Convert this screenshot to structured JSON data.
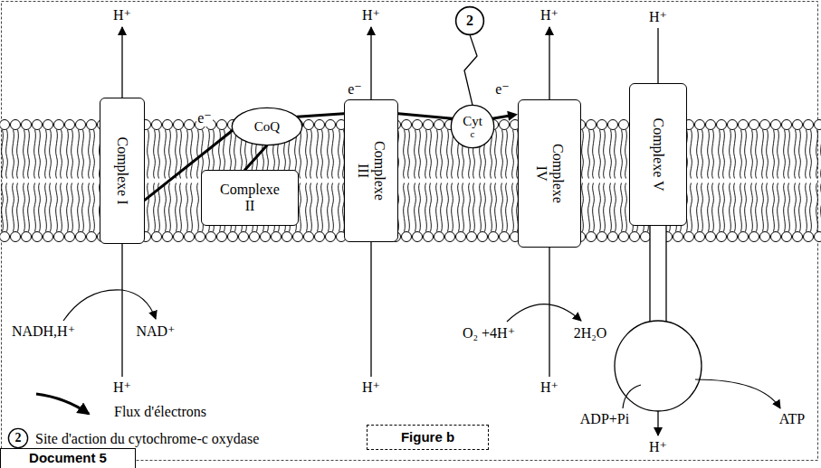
{
  "diagram": {
    "nodes": [
      {
        "text": [
          "Complexe I"
        ]
      },
      {
        "text": [
          "CoQ"
        ]
      },
      {
        "text": [
          "Complexe II"
        ]
      },
      {
        "text": [
          "Complexe III"
        ]
      },
      {
        "text": [
          "Cyt",
          "c"
        ]
      },
      {
        "text": [
          "Complexe IV"
        ]
      },
      {
        "text": [
          "Complexe V"
        ]
      },
      {
        "text": [
          "2"
        ]
      },
      {
        "text": [
          "2"
        ]
      },
      {
        "text": [
          "Document 5"
        ]
      },
      {
        "text": [
          "Figure b"
        ]
      }
    ],
    "edges": [
      {
        "from": 0,
        "to": 1,
        "arrow": "none"
      },
      {
        "from": 2,
        "to": 1,
        "arrow": "none"
      },
      {
        "from": 1,
        "to": 3,
        "arrow": "none"
      },
      {
        "from": 3,
        "to": 4,
        "arrow": "none"
      },
      {
        "from": 4,
        "to": 5,
        "arrow": "to"
      },
      {
        "from": 7,
        "to": 4,
        "arrow": "none"
      }
    ],
    "labels": [
      "H⁺",
      "H⁺",
      "H⁺",
      "H⁺",
      "e⁻",
      "e⁻",
      "e⁻",
      "NADH,H⁺",
      "NAD⁺",
      "H⁺",
      "H⁺",
      "O₂ +4H⁺",
      "2H₂O",
      "H⁺",
      "ADP+Pi",
      "ATP",
      "H⁺"
    ],
    "legend": [
      {
        "text": "Flux d'électrons"
      },
      {
        "text": "Site d'action du cytochrome-c oxydase"
      }
    ]
  }
}
